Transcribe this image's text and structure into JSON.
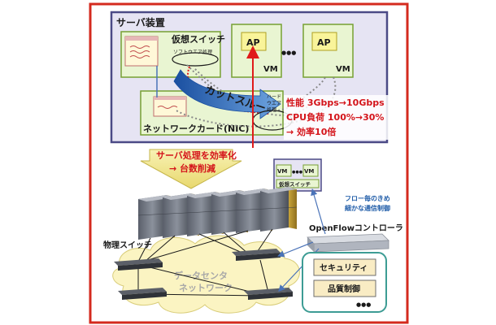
{
  "server": {
    "title": "サーバ装置",
    "vswitch_label": "仮想スイッチ",
    "software_label": "ソフトウエア処理",
    "cut_through": "カットスルー",
    "hardware_label_1": "ハード",
    "hardware_label_2": "ウエア",
    "hardware_label_3": "処理",
    "nic_label": "ネットワークカード(NIC)",
    "vm1_app": "AP",
    "vm1_label": "VM",
    "vm2_app": "AP",
    "vm2_label": "VM",
    "ellipsis": "●●●"
  },
  "performance": {
    "line1": "性能 3Gbps→10Gbps",
    "line2": "CPU負荷 100%→30%",
    "line3": "→ 効率10倍"
  },
  "efficiency": {
    "line1": "サーバ処理を効率化",
    "line2": "→ 台数削減"
  },
  "vm_inset": {
    "vm_left": "VM",
    "dots": "●●●",
    "vm_right": "VM",
    "vswitch": "仮想スイッチ"
  },
  "flow_control": {
    "line1": "フロー毎のきめ",
    "line2": "細かな通信制御"
  },
  "controller": {
    "label": "OpenFlowコントローラ",
    "security": "セキュリティ",
    "qos": "品質制御",
    "more": "●●●"
  },
  "network": {
    "physical_switch": "物理スイッチ",
    "datacenter_1": "データセンタ",
    "datacenter_2": "ネットワーク"
  },
  "colors": {
    "frame": "#d42a1e",
    "server_bg": "#e6e4f3",
    "server_border": "#4b4a86",
    "vm_bg": "#e9f5d2",
    "vm_border": "#76a033",
    "red_text": "#d4141a",
    "blue_text": "#1f5ca8",
    "cloud": "#fbf4c2",
    "teal": "#3d9c94"
  }
}
